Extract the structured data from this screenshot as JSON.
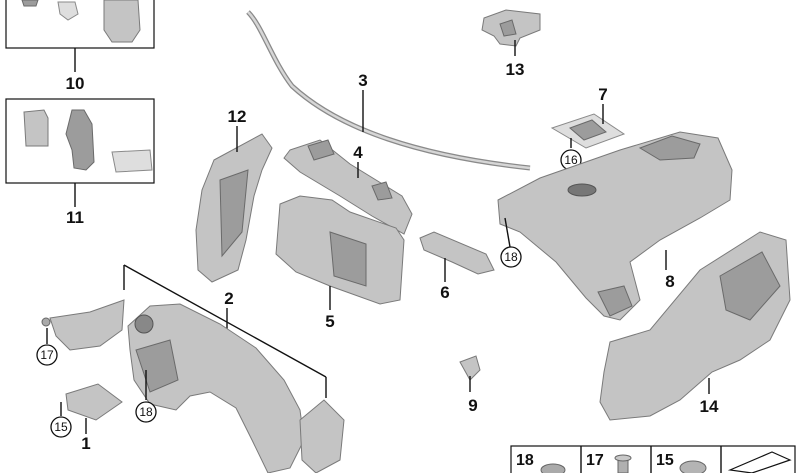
{
  "diagram": {
    "labels": {
      "p1": "1",
      "p2": "2",
      "p3": "3",
      "p4": "4",
      "p5": "5",
      "p6": "6",
      "p7": "7",
      "p8": "8",
      "p9": "9",
      "p10": "10",
      "p11": "11",
      "p12": "12",
      "p13": "13",
      "p14": "14"
    },
    "callouts": {
      "c15": "15",
      "c16": "16",
      "c17": "17",
      "c18a": "18",
      "c18b": "18"
    },
    "legend": [
      "18",
      "17",
      "15"
    ]
  }
}
